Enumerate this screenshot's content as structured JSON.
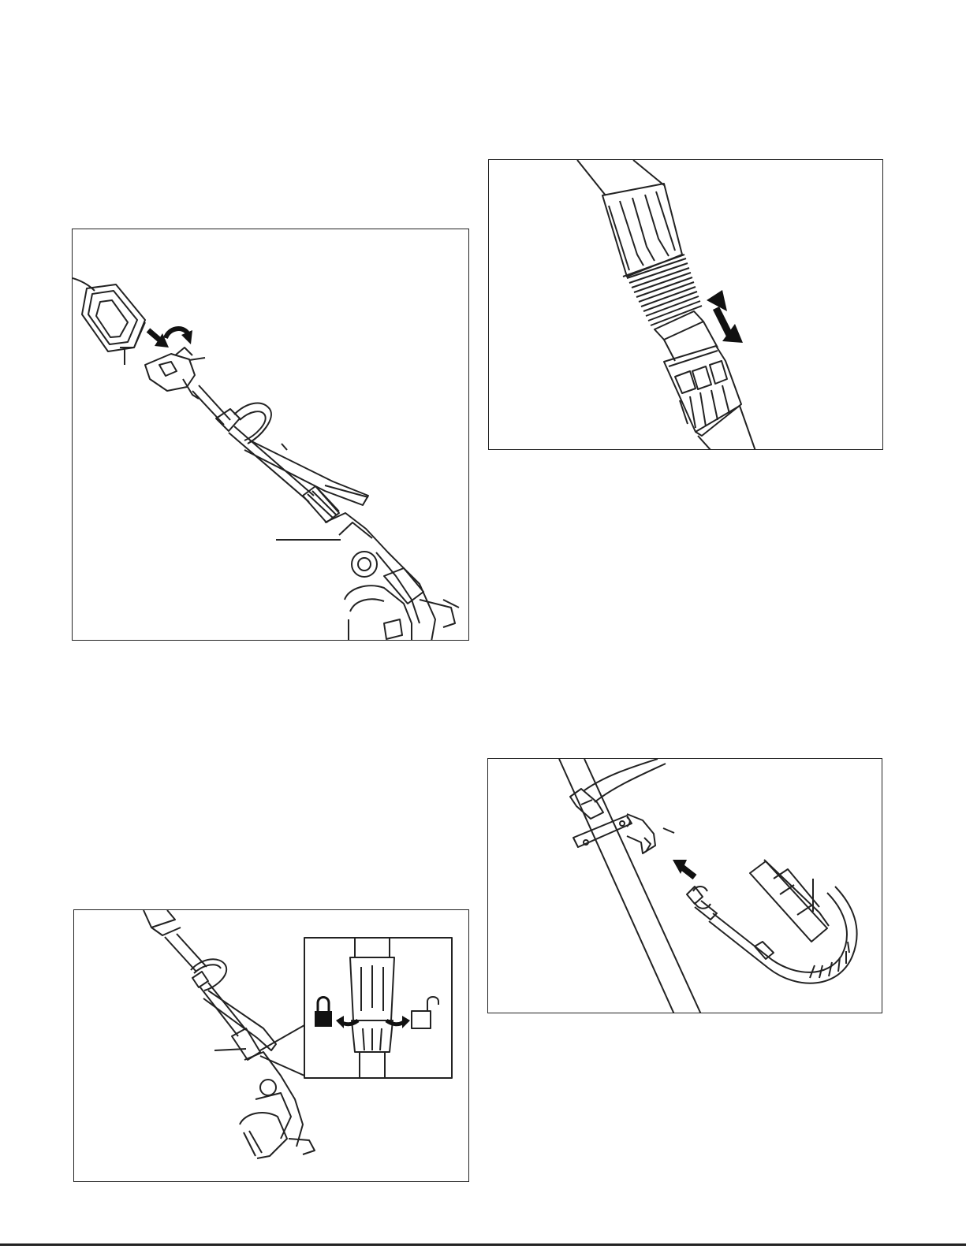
{
  "page": {
    "figures": [
      {
        "id": "fig-a",
        "depicts": "battery-insertion-and-trimmer-overview"
      },
      {
        "id": "fig-b",
        "depicts": "shaft-coupler-extension"
      },
      {
        "id": "fig-c",
        "depicts": "coupler-lock-unlock-detail"
      },
      {
        "id": "fig-d",
        "depicts": "shoulder-strap-buckle-attachment"
      }
    ],
    "icons": [
      "curved-arrow-icon",
      "push-arrow-icon",
      "double-arrow-icon",
      "lock-icon",
      "unlock-icon",
      "rotate-left-arrow-icon",
      "rotate-right-arrow-icon"
    ],
    "line_color": "#222222",
    "fill_color": "#111111"
  }
}
